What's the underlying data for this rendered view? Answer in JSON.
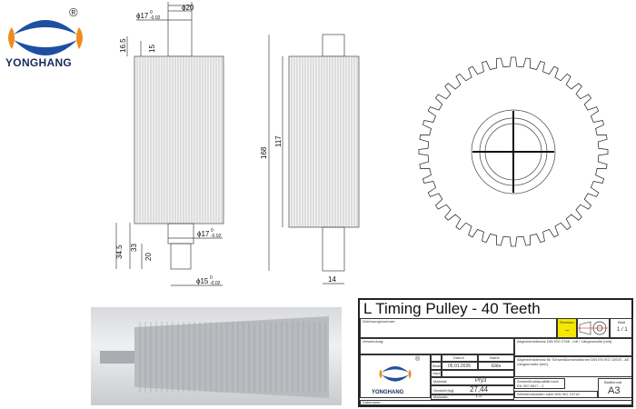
{
  "brand": {
    "name": "YONGHANG",
    "registered": "®",
    "colors": {
      "blue": "#1f4fa0",
      "orange": "#f08a1c"
    }
  },
  "front_view": {
    "dims": [
      "ϕ20",
      "ϕ17",
      "16.5",
      "15",
      "ϕ17",
      "34.5",
      "33",
      "20",
      "ϕ15"
    ],
    "tolerance_upper": "0",
    "tolerance_lower": "-0.02"
  },
  "side_view": {
    "dims": [
      "168",
      "117",
      "14"
    ]
  },
  "gear": {
    "teeth": 40
  },
  "title_block": {
    "title": "L Timing Pulley - 40 Teeth",
    "drawing_number_label": "Zeichnungsnummer:",
    "revision_label": "Revision:",
    "revision_value": "–",
    "sheet_label": "Blatt",
    "sheet_value": "1 / 1",
    "usage_label": "Verwendung:",
    "tolerance_general": "Allgemeintoleranz DIN ISO 2768 - mK / Längenmaße [mm]",
    "tolerance_welding": "Allgemeintoleranz für Schweißkonstruktionen DIN EN ISO 13920 - AE Längenmaße [mm]",
    "date_label": "Datum",
    "name_label": "Name",
    "drawn_label": "Bearb.",
    "checked_label": "Gepr.",
    "date_value": "05.01.2026",
    "name_value": "Ebla",
    "material_label": "Material:",
    "material_value": "Pry3",
    "weight_label": "Gewicht [kg]:",
    "weight_value": "27,44",
    "scale_label": "Maßstab:",
    "scale_value": "1:5",
    "weld_quality": "Schweißnahtqualität nach EN ISO 5817 - C",
    "workpiece_edges": "Werkstückkanten nach DIN ISO 13715",
    "format_label": "Blattformat",
    "format_value": "A3",
    "file_label": "Dateiname:"
  }
}
